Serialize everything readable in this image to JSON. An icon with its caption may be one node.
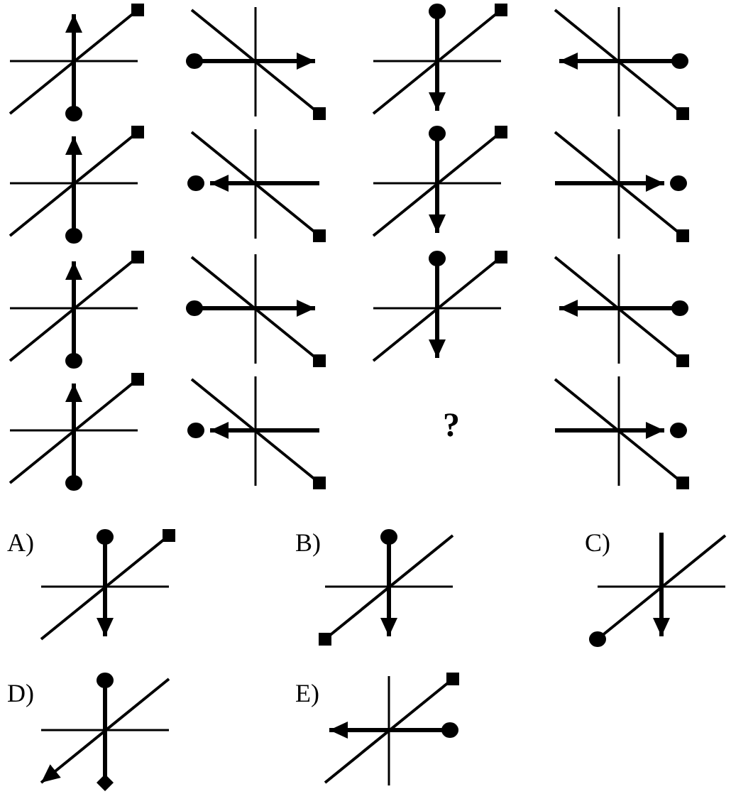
{
  "diagram": {
    "labels": [
      "?",
      "A)",
      "B)",
      "C)",
      "D)",
      "E)"
    ]
  }
}
